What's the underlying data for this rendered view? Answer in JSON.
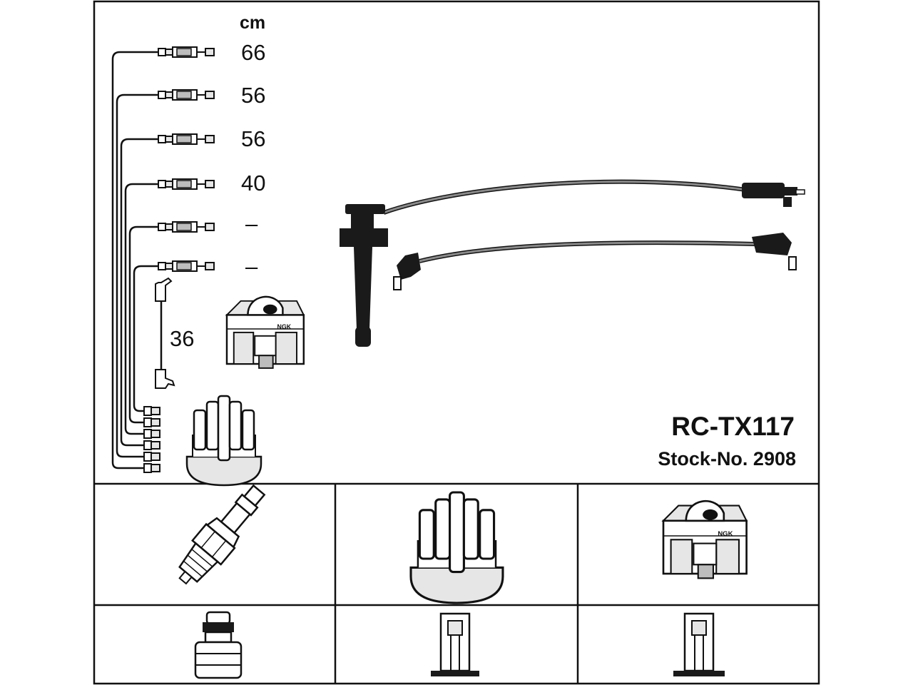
{
  "unit_label": "cm",
  "lead_lengths": [
    "66",
    "56",
    "56",
    "40",
    "–",
    "–"
  ],
  "coil_lead_length": "36",
  "part_code": "RC-TX117",
  "stock_number": "Stock-No. 2908",
  "coil_brand": "NGK",
  "colors": {
    "line": "#111111",
    "fill_light": "#e6e6e6",
    "fill_mid": "#bdbdbd",
    "fill_dark": "#1a1a1a",
    "wire": "#8a8a8a",
    "background": "#ffffff"
  },
  "panels": [
    "spark-plug",
    "distributor-cap",
    "ignition-coil",
    "plug-terminal",
    "distributor-terminal",
    "coil-terminal"
  ]
}
